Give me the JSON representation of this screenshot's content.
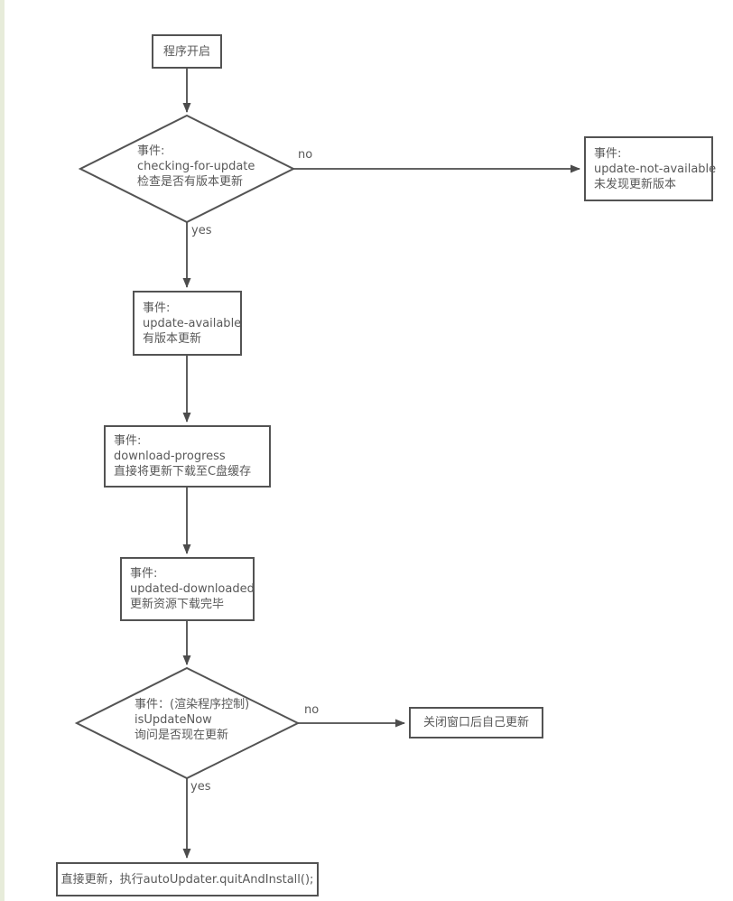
{
  "page": {
    "background_color": "#ffffff",
    "left_strip_color": "#e7ecda",
    "line_color": "#4c4c4c",
    "border_color": "#535353",
    "text_color": "#595959"
  },
  "flowchart": {
    "nodes": {
      "start": {
        "label": "程序开启"
      },
      "checking": {
        "lines": [
          "事件:",
          "checking-for-update",
          "检查是否有版本更新"
        ]
      },
      "not_available": {
        "lines": [
          "事件:",
          "update-not-available",
          "未发现更新版本"
        ]
      },
      "available": {
        "lines": [
          "事件:",
          "update-available",
          "有版本更新"
        ]
      },
      "download_progress": {
        "lines": [
          "事件:",
          "download-progress",
          "直接将更新下载至C盘缓存"
        ]
      },
      "downloaded": {
        "lines": [
          "事件:",
          "updated-downloaded",
          "更新资源下载完毕"
        ]
      },
      "is_update_now": {
        "lines": [
          "事件：(渲染程序控制)",
          "isUpdateNow",
          "询问是否现在更新"
        ]
      },
      "close_window": {
        "label": "关闭窗口后自己更新"
      },
      "quit_install": {
        "label": "直接更新，执行autoUpdater.quitAndInstall();"
      }
    },
    "edge_labels": {
      "checking_no": "no",
      "checking_yes": "yes",
      "update_now_no": "no",
      "update_now_yes": "yes"
    }
  }
}
